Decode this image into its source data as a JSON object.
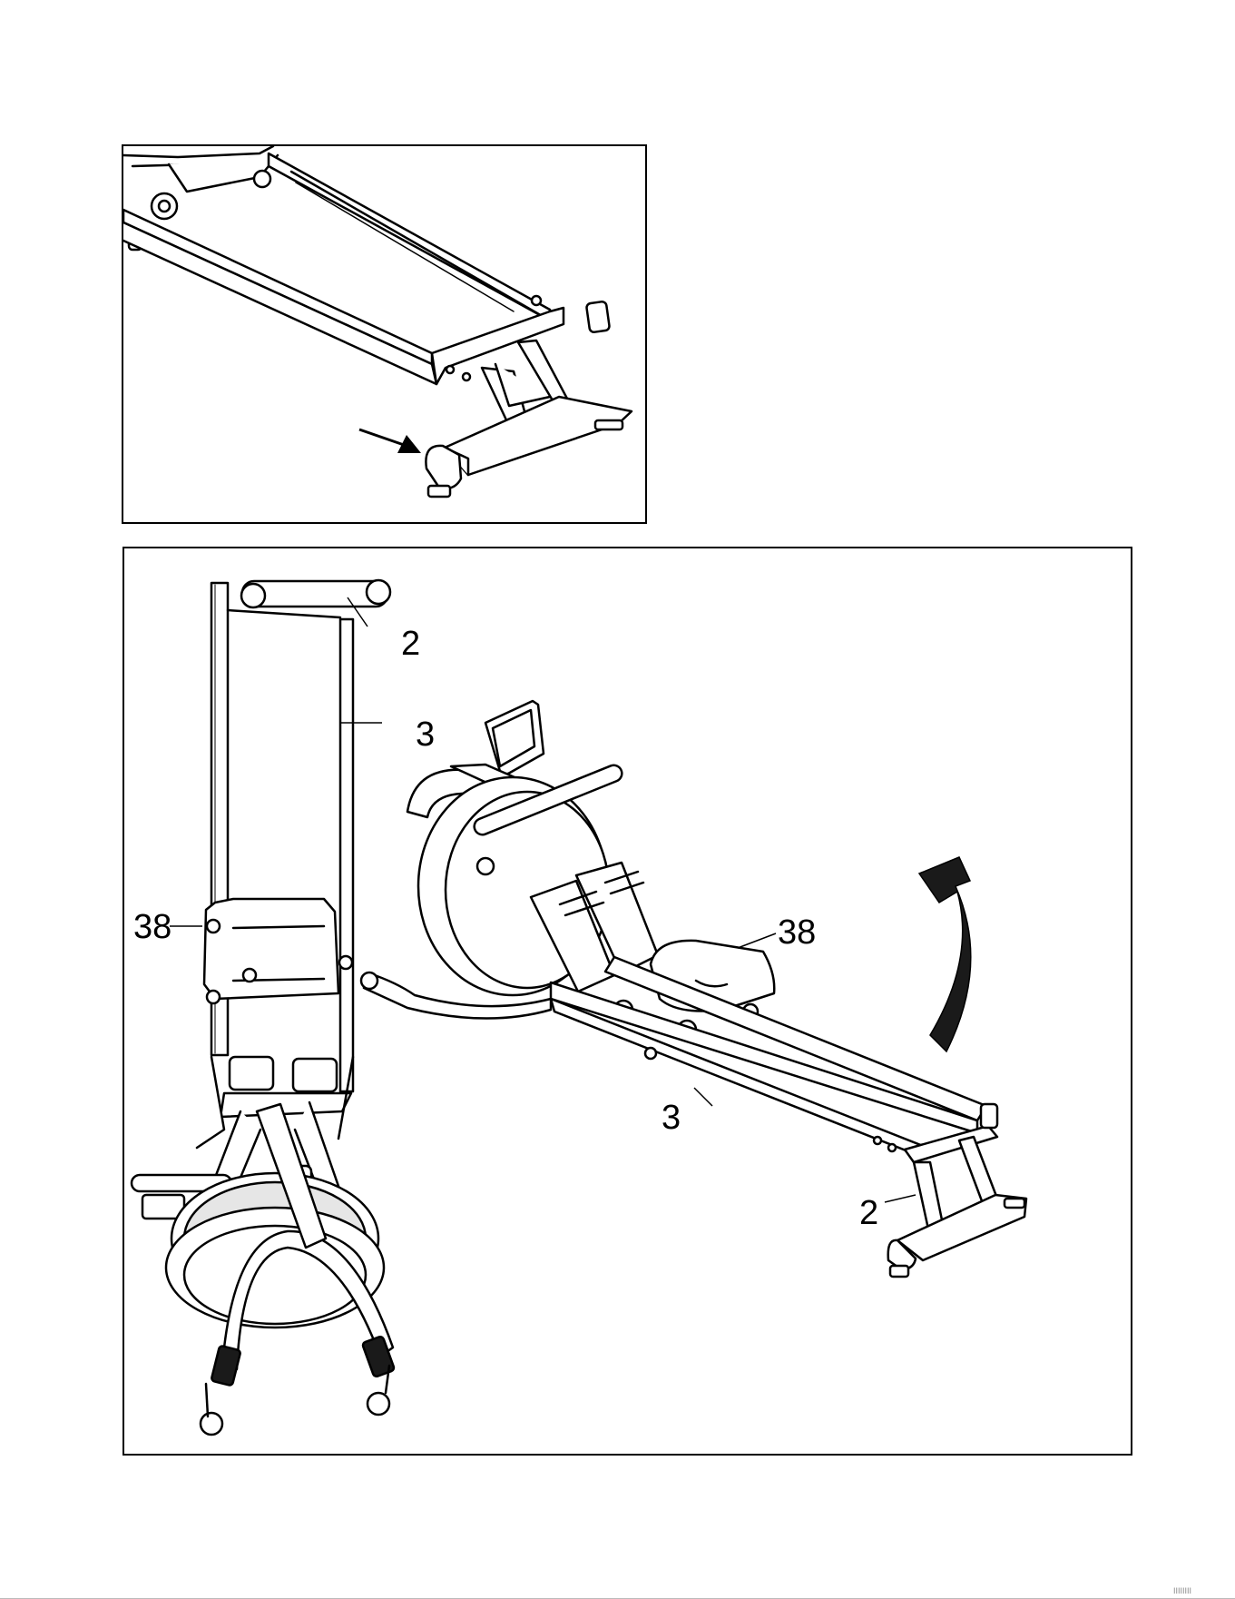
{
  "figure": {
    "callouts": {
      "upright_crossbar": "2",
      "upright_rail": "3",
      "upright_seat": "38",
      "flat_seat": "38",
      "flat_rail": "3",
      "flat_crossbar": "2"
    },
    "icons": {
      "detail_arrow": "arrow-right-icon",
      "fold_arrow": "curved-arrow-up-icon"
    },
    "colors": {
      "line": "#000000",
      "fill": "#ffffff",
      "shade": "#d9d9d9",
      "arrow": "#1a1a1a"
    }
  },
  "footer": {
    "mark": "IIIIIIII"
  }
}
